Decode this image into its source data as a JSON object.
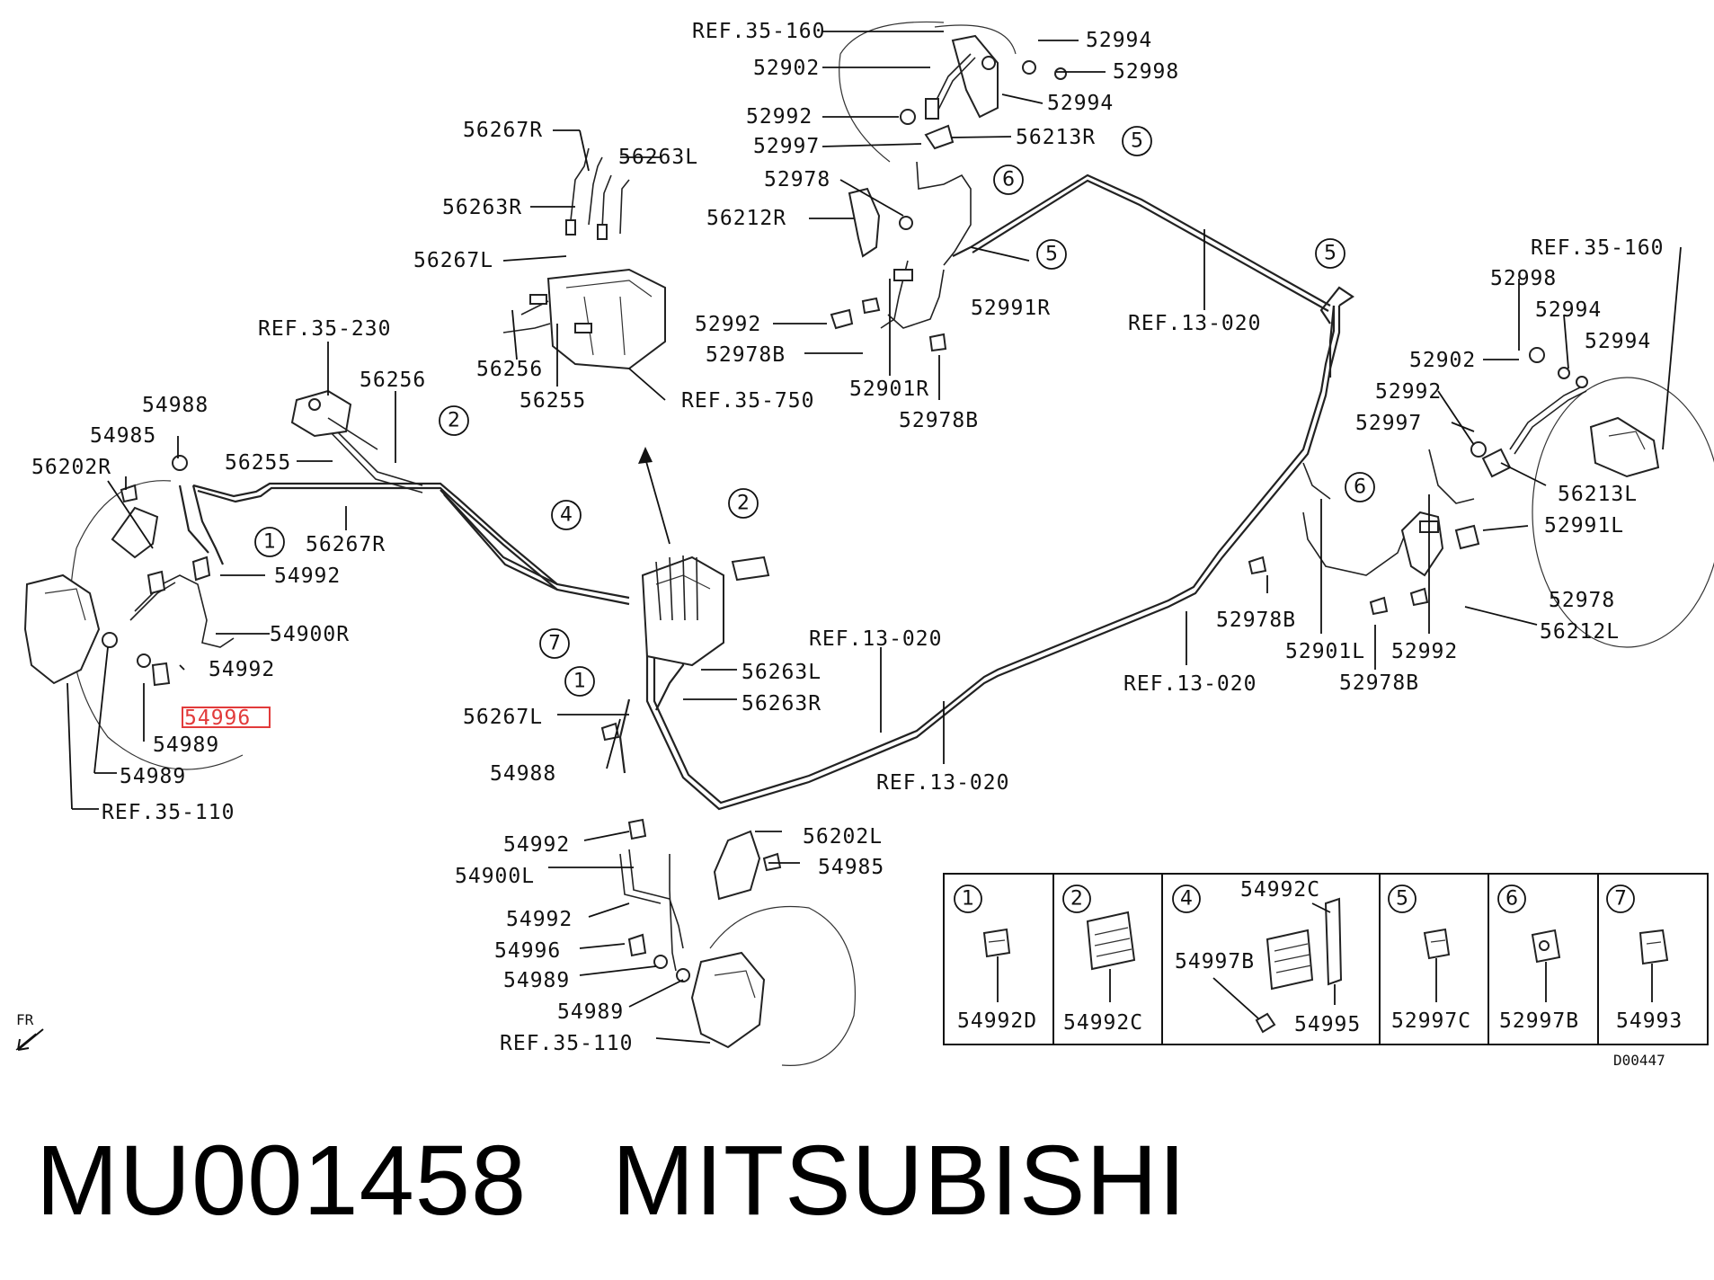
{
  "footer": {
    "part_number": "MU001458",
    "brand": "MITSUBISHI"
  },
  "diagram_code": "D00447",
  "fr_label": "FR",
  "labels": {
    "ref35_160_top": "REF.35-160",
    "p52902_top": "52902",
    "p52994_a": "52994",
    "p52998_a": "52998",
    "p52994_b": "52994",
    "p52992_a": "52992",
    "p52997_a": "52997",
    "p56213R": "56213R",
    "p52978_a": "52978",
    "p56212R": "56212R",
    "p52992_b": "52992",
    "p52978B_a": "52978B",
    "p52901R": "52901R",
    "p52978B_b": "52978B",
    "p52991R": "52991R",
    "ref13_020_a": "REF.13-020",
    "p56267R_top": "56267R",
    "p56263L_top": "56263L",
    "p56263R_top": "56263R",
    "p56267L_top": "56267L",
    "p56256_top": "56256",
    "p56255_top": "56255",
    "ref35_750": "REF.35-750",
    "ref35_230": "REF.35-230",
    "p56256_mid": "56256",
    "p54988_a": "54988",
    "p54985_a": "54985",
    "p56202R": "56202R",
    "p56255_mid": "56255",
    "p56267R_mid": "56267R",
    "p54992_a": "54992",
    "p54900R": "54900R",
    "p54992_b": "54992",
    "p54996_a": "54996",
    "p54989_a": "54989",
    "p54989_b": "54989",
    "ref35_110_a": "REF.35-110",
    "p56263L_mid": "56263L",
    "p56267L_mid": "56267L",
    "p56263R_mid": "56263R",
    "p54988_b": "54988",
    "ref13_020_b": "REF.13-020",
    "ref13_020_c": "REF.13-020",
    "ref13_020_d": "REF.13-020",
    "ref35_160_right": "REF.35-160",
    "p52998_r": "52998",
    "p52994_r1": "52994",
    "p52994_r2": "52994",
    "p52902_r": "52902",
    "p52992_r": "52992",
    "p52997_r": "52997",
    "p56213L": "56213L",
    "p52991L": "52991L",
    "p52978_r": "52978",
    "p56212L": "56212L",
    "p52978B_r1": "52978B",
    "p52901L": "52901L",
    "p52992_r2": "52992",
    "p52978B_r2": "52978B",
    "p56202L": "56202L",
    "p54985_b": "54985",
    "p54992_c": "54992",
    "p54900L": "54900L",
    "p54992_d": "54992",
    "p54996_b": "54996",
    "p54989_c": "54989",
    "p54989_d": "54989",
    "ref35_110_b": "REF.35-110"
  },
  "callouts": [
    "1",
    "2",
    "4",
    "7",
    "5",
    "6"
  ],
  "legend": [
    {
      "num": "1",
      "parts": [
        "54992D"
      ]
    },
    {
      "num": "2",
      "parts": [
        "54992C"
      ]
    },
    {
      "num": "4",
      "parts": [
        "54992C",
        "54997B",
        "54995"
      ]
    },
    {
      "num": "5",
      "parts": [
        "52997C"
      ]
    },
    {
      "num": "6",
      "parts": [
        "52997B"
      ]
    },
    {
      "num": "7",
      "parts": [
        "54993"
      ]
    }
  ],
  "highlight": {
    "part": "54996",
    "color": "#e23b3b"
  }
}
